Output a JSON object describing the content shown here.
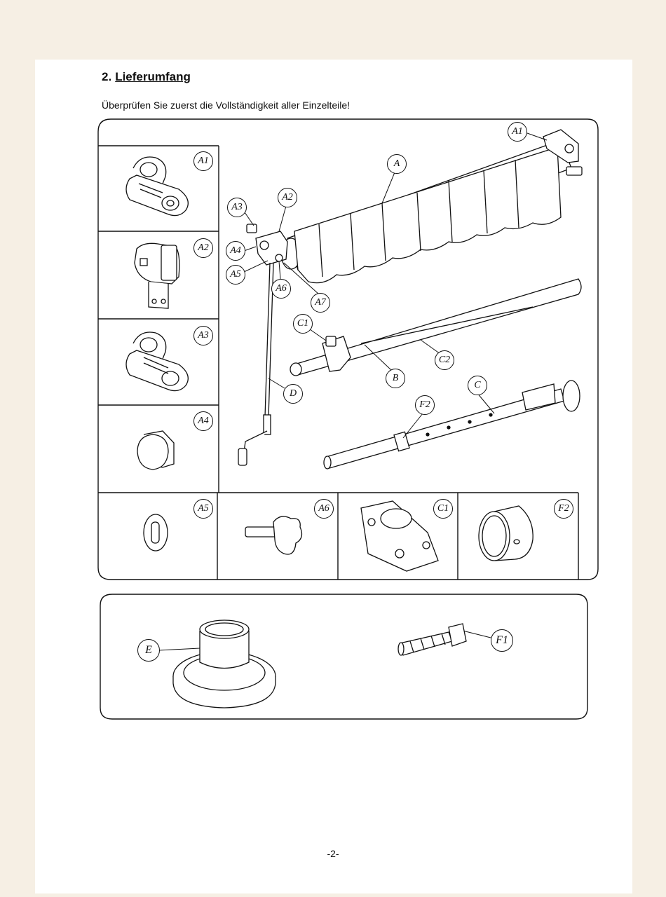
{
  "section": {
    "number": "2.",
    "title": "Lieferumfang"
  },
  "intro": "Überprüfen Sie zuerst die Vollständigkeit aller Einzelteile!",
  "parts": {
    "a1_box": "A1",
    "a2_box": "A2",
    "a3_box": "A3",
    "a4_box": "A4",
    "a5_box": "A5",
    "a6_box": "A6",
    "c1_box": "C1",
    "f2_box": "F2"
  },
  "callouts": {
    "A1": "A1",
    "A": "A",
    "A2": "A2",
    "A3": "A3",
    "A4": "A4",
    "A5": "A5",
    "A6": "A6",
    "A7": "A7",
    "C1": "C1",
    "C2": "C2",
    "B": "B",
    "C": "C",
    "F2": "F2",
    "D": "D",
    "E": "E",
    "F1": "F1"
  },
  "page_number": "-2-"
}
